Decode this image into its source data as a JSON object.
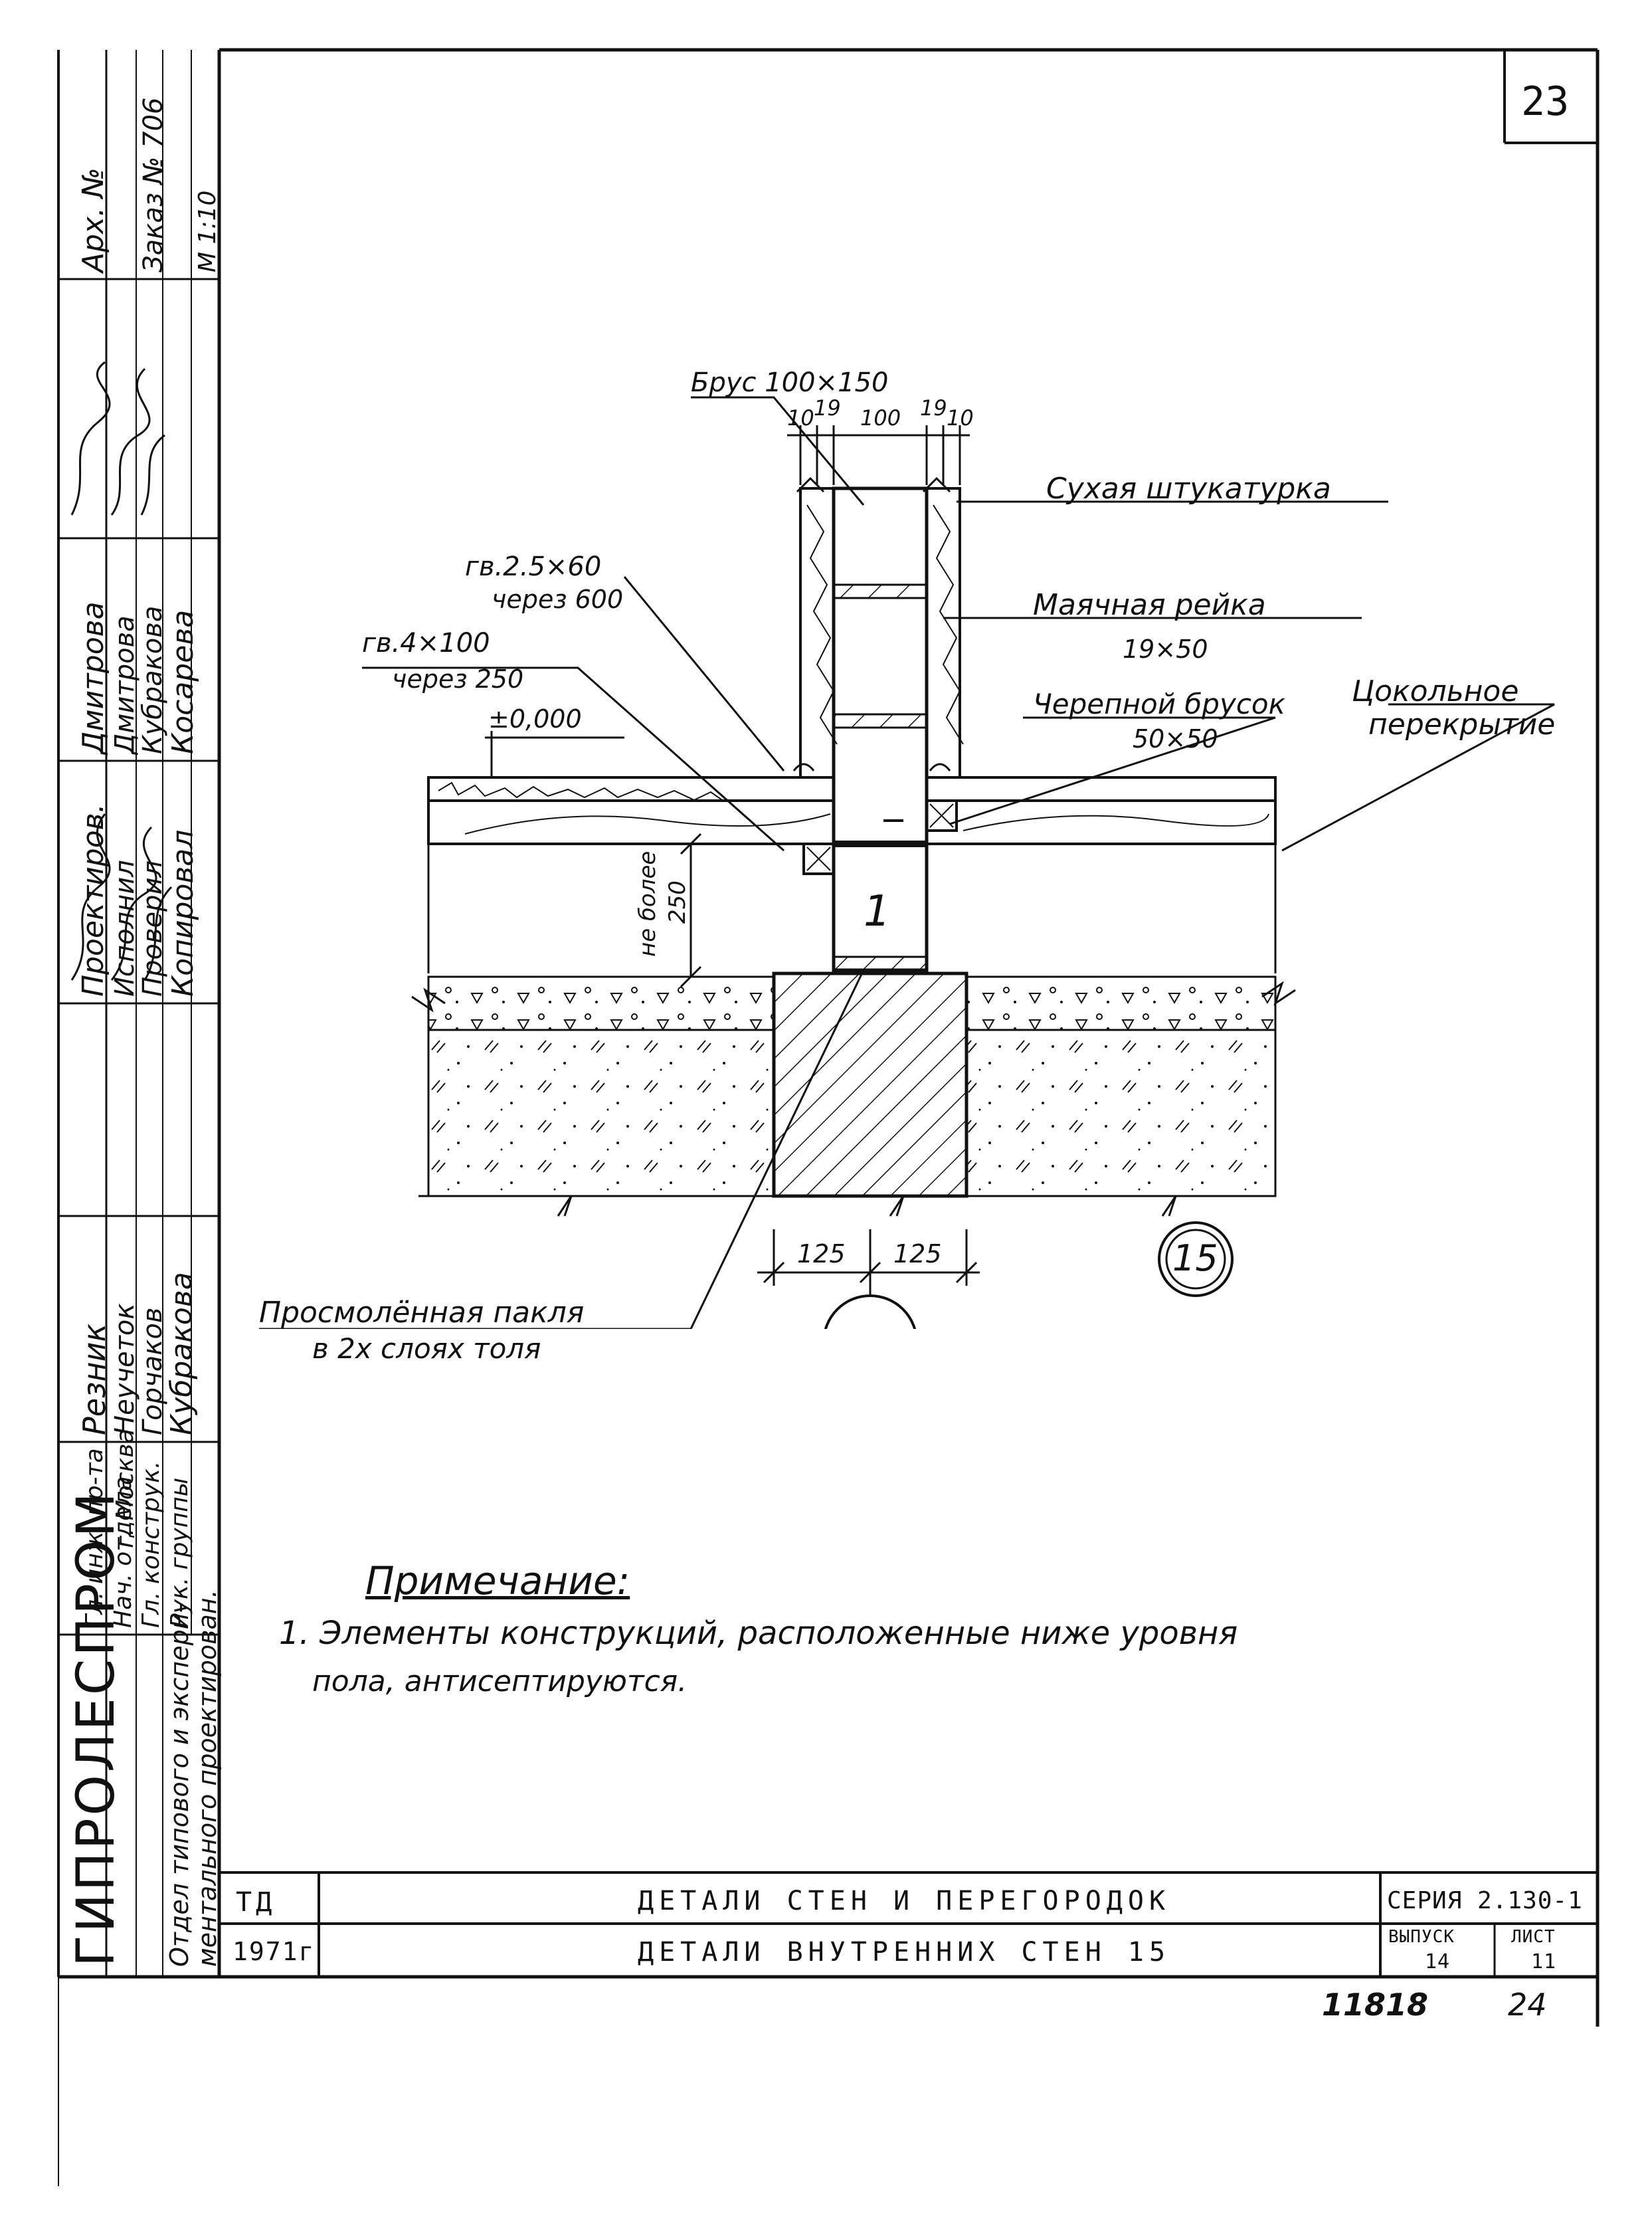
{
  "sheet": {
    "page_number": "23",
    "footer_left": "11818",
    "footer_right": "24"
  },
  "drawing": {
    "labels": {
      "beam": "Брус 100×150",
      "dims_top": [
        "10",
        "19",
        "100",
        "19",
        "10"
      ],
      "dry_plaster": "Сухая штукатурка",
      "nail1_size": "гв.2.5×60",
      "nail1_step": "через 600",
      "nail2_size": "гв.4×100",
      "nail2_step": "через 250",
      "level": "±0,000",
      "guide_rail": "Маячная рейка",
      "guide_rail_size": "19×50",
      "skull_bar": "Черепной брусок",
      "skull_bar_size": "50×50",
      "plinth_floor_1": "Цокольное",
      "plinth_floor_2": "перекрытие",
      "max_depth_1": "не более",
      "max_depth_2": "250",
      "element_mark": "1",
      "dim_left": "125",
      "dim_right": "125",
      "tow_1": "Просмолённая пакля",
      "tow_2": "в 2х слоях толя",
      "detail_number": "15"
    }
  },
  "note": {
    "title": "Примечание:",
    "line1": "1. Элементы конструкций, расположенные ниже уровня",
    "line2": "пола, антисептируются."
  },
  "title_block": {
    "org": "ТД",
    "year": "1971г",
    "title_main": "ДЕТАЛИ СТЕН И ПЕРЕГОРОДОК",
    "title_sub": "ДЕТАЛИ ВНУТРЕННИХ СТЕН 15",
    "series": "СЕРИЯ 2.130-1",
    "issue_label": "ВЫПУСК",
    "issue_value": "14",
    "sheet_label": "ЛИСТ",
    "sheet_value": "11"
  },
  "side_stamp": {
    "company": "ГИПРОЛЕСПРОМ",
    "city": "г. Москва",
    "department_1": "Отдел типового и экспери-",
    "department_2": "ментального проектирован.",
    "roles": [
      "Гл. инж. пр-та",
      "Нач. отдела",
      "Гл. конструк.",
      "Рук. группы"
    ],
    "role_names": [
      "Резник",
      "Неучеток",
      "Горчаков",
      "Кубракова"
    ],
    "duties": [
      "Проектиров.",
      "Исполнил",
      "Проверил",
      "Копировал"
    ],
    "duty_names": [
      "Дмитрова",
      "Дмитрова",
      "Кубракова",
      "Косарева"
    ],
    "archive": "Арх. №",
    "order": "Заказ № 706",
    "scale": "М 1:10"
  }
}
